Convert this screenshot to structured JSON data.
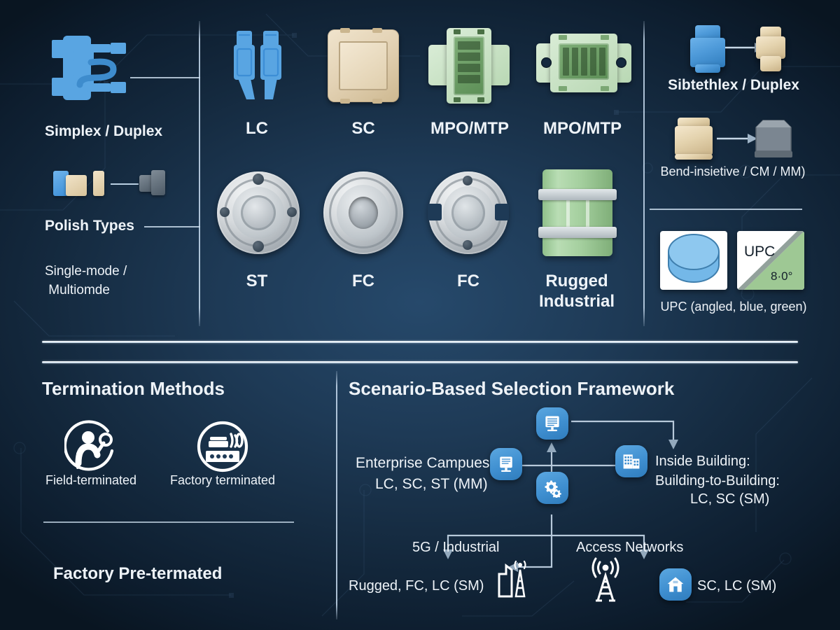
{
  "theme": {
    "bg_dark": "#0d1d2e",
    "bg_mid": "#1e3a56",
    "accent_blue": "#4e9ad9",
    "accent_green": "#7fae78",
    "accent_tan": "#e4d3ae",
    "accent_gray": "#8b9299",
    "text": "#eef3f8"
  },
  "left_column": {
    "label_simplex": "Simplex / Duplex",
    "label_polish": "Polish Types",
    "label_mode": "Single-mode /\n Multiomde"
  },
  "connectors_row1": [
    {
      "label": "LC",
      "icon": "lc-duplex-connector-icon"
    },
    {
      "label": "SC",
      "icon": "sc-faceplate-icon"
    },
    {
      "label": "MPO/MTP",
      "icon": "mpo-adapter-cross-icon"
    },
    {
      "label": "MPO/MTP",
      "icon": "mpo-adapter-flanged-icon"
    }
  ],
  "connectors_row2": [
    {
      "label": "ST",
      "icon": "st-round-adapter-icon"
    },
    {
      "label": "FC",
      "icon": "fc-round-adapter-icon"
    },
    {
      "label": "FC",
      "icon": "fc-keyed-adapter-icon"
    },
    {
      "label": "Rugged\nIndustrial",
      "icon": "rugged-industrial-connector-icon"
    }
  ],
  "right_column": {
    "item1_label": "Sibtethlex / Duplex",
    "item2_label": "Bend-insietive / CM / MM)",
    "polish": {
      "card2_text": "UPC",
      "card2_angle": "8·0°",
      "caption": "UPC (angled, blue, green)"
    }
  },
  "termination": {
    "heading": "Termination Methods",
    "methods": [
      {
        "label": "Field-terminated",
        "icon": "technician-field-termination-icon"
      },
      {
        "label": "Factory terminated",
        "icon": "factory-machine-icon"
      }
    ],
    "footer": "Factory Pre-termated"
  },
  "framework": {
    "heading": "Scenario-Based Selection Framework",
    "nodes": [
      {
        "id": "datacenter",
        "icon": "server-rack-icon"
      },
      {
        "id": "enterprise",
        "icon": "server-tower-icon"
      },
      {
        "id": "gears",
        "icon": "gears-icon"
      },
      {
        "id": "building",
        "icon": "office-building-icon"
      },
      {
        "id": "home",
        "icon": "home-icon"
      },
      {
        "id": "small-cell",
        "icon": "small-cell-antenna-icon"
      },
      {
        "id": "tower",
        "icon": "cell-tower-icon"
      }
    ],
    "labels": {
      "enterprise_title": "Enterprise Campues",
      "enterprise_sub": "LC, SC, ST (MM)",
      "inside_building": "Inside Building:",
      "building_to_building": "Building-to-Building:",
      "building_codes": "LC, SC (SM)",
      "industrial_title": "5G / Industrial",
      "industrial_codes": "Rugged, FC, LC (SM)",
      "access_title": "Access Networks",
      "access_codes": "SC, LC (SM)"
    }
  }
}
